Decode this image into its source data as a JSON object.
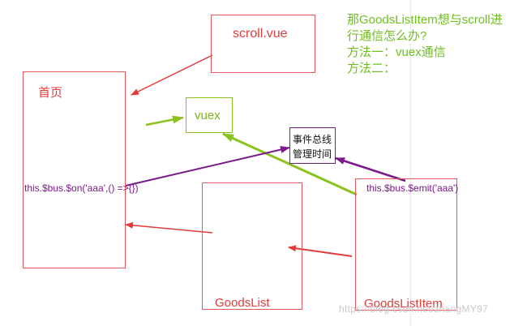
{
  "note": {
    "line1": "那GoodsListItem想与scroll进",
    "line2": "行通信怎么办?",
    "line3": "方法一：vuex通信",
    "line4": "方法二："
  },
  "nodes": {
    "scroll": "scroll.vue",
    "home": "首页",
    "vuex": "vuex",
    "bus_line1": "事件总线",
    "bus_line2": "管理时间",
    "goodslist": "GoodsList",
    "goodslistitem": "GoodsListItem"
  },
  "code": {
    "on": "this.$bus.$on('aaa',() =>{})",
    "emit": "this.$bus.$emit('aaa')"
  },
  "watermark": "https://blog.csdn.net/zhangMY97",
  "colors": {
    "red": "#e03c3c",
    "green": "#8cc21e",
    "purple": "#7b1a8a",
    "note_green": "#6fbf1e"
  }
}
